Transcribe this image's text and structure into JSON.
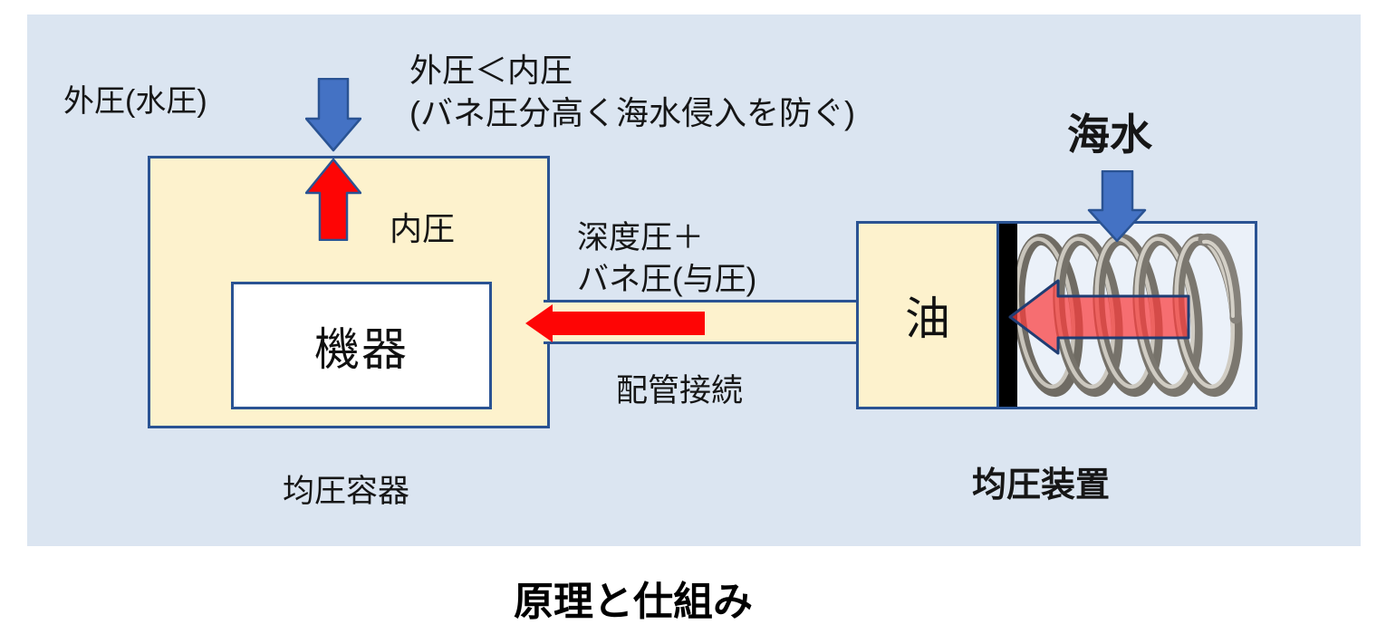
{
  "diagram": {
    "title": "原理と仕組み",
    "labels": {
      "external_pressure": "外圧(水圧)",
      "pressure_relation_line1": "外圧＜内圧",
      "pressure_relation_line2": "(バネ圧分高く海水侵入を防ぐ)",
      "internal_pressure": "内圧",
      "supply_pressure_line1": "深度圧＋",
      "supply_pressure_line2": "バネ圧(与圧)",
      "pipe_connection": "配管接続",
      "equipment": "機器",
      "vessel_caption": "均圧容器",
      "oil": "油",
      "seawater": "海水",
      "device_caption": "均圧装置"
    },
    "icons": [
      "external-pressure-down-arrow-icon",
      "internal-pressure-up-arrow-icon",
      "pipe-flow-left-arrow-icon",
      "seawater-down-arrow-icon",
      "spring-force-left-arrow-icon",
      "spring-image"
    ],
    "colors": {
      "panel_bg": "#dbe5f1",
      "box_fill": "#fdf2cd",
      "border_navy": "#2a5393",
      "arrow_blue": "#4472c4",
      "arrow_red": "#fe0505",
      "spring_arrow_red": "rgba(250,60,60,0.72)",
      "piston_black": "#000000",
      "spring_bg": "#ebf1f9"
    }
  }
}
